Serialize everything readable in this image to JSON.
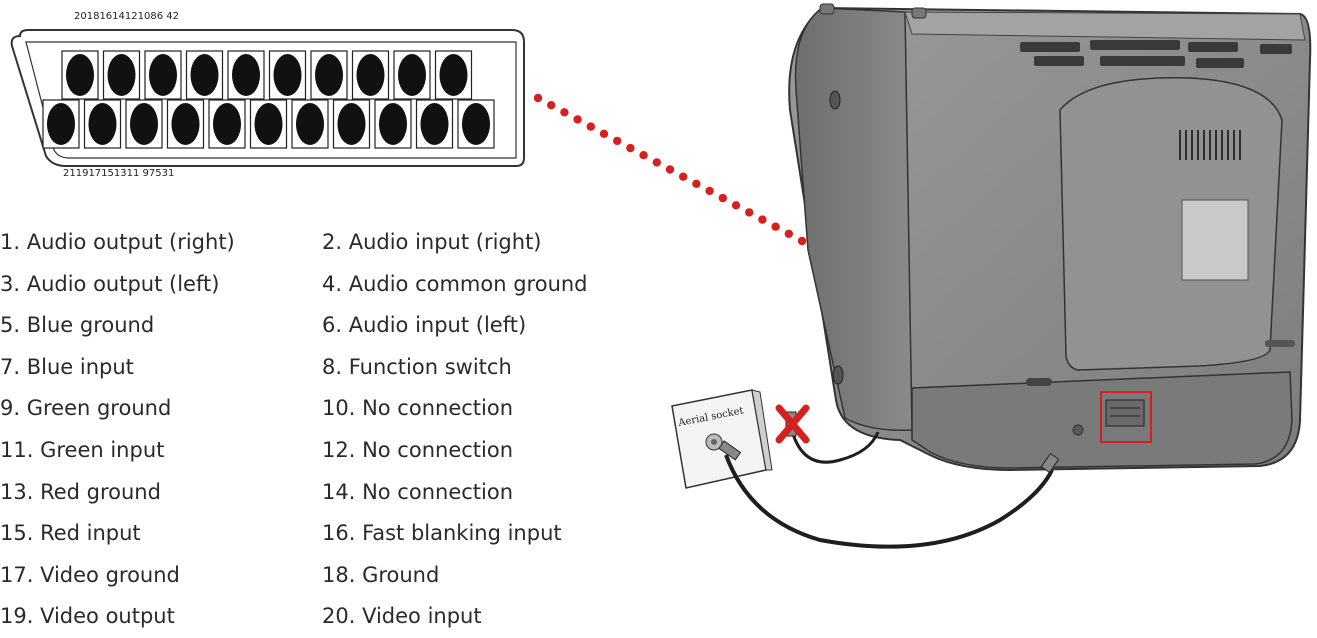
{
  "connector": {
    "top_pin_numbers": "20181614121086 42",
    "bottom_pin_numbers": "211917151311 97531",
    "top_row_pins": 10,
    "bottom_row_pins": 11
  },
  "legend": {
    "left": [
      "1. Audio output (right)",
      "3. Audio output (left)",
      "5. Blue ground",
      "7. Blue input",
      "9. Green ground",
      "11. Green input",
      "13. Red ground",
      "15. Red input",
      "17. Video ground",
      "19. Video output"
    ],
    "right": [
      "2. Audio input (right)",
      "4. Audio common ground",
      "6. Audio input (left)",
      "8. Function switch",
      "10. No connection",
      "12. No connection",
      "14. No connection",
      "16. Fast blanking input",
      "18. Ground",
      "20. Video input"
    ]
  },
  "aerial": {
    "label": "Aerial socket"
  },
  "colors": {
    "pointer": "#d62020",
    "tv_body": "#8e8e8e",
    "tv_dark": "#5c5c5c",
    "connector_outline": "#333333"
  }
}
